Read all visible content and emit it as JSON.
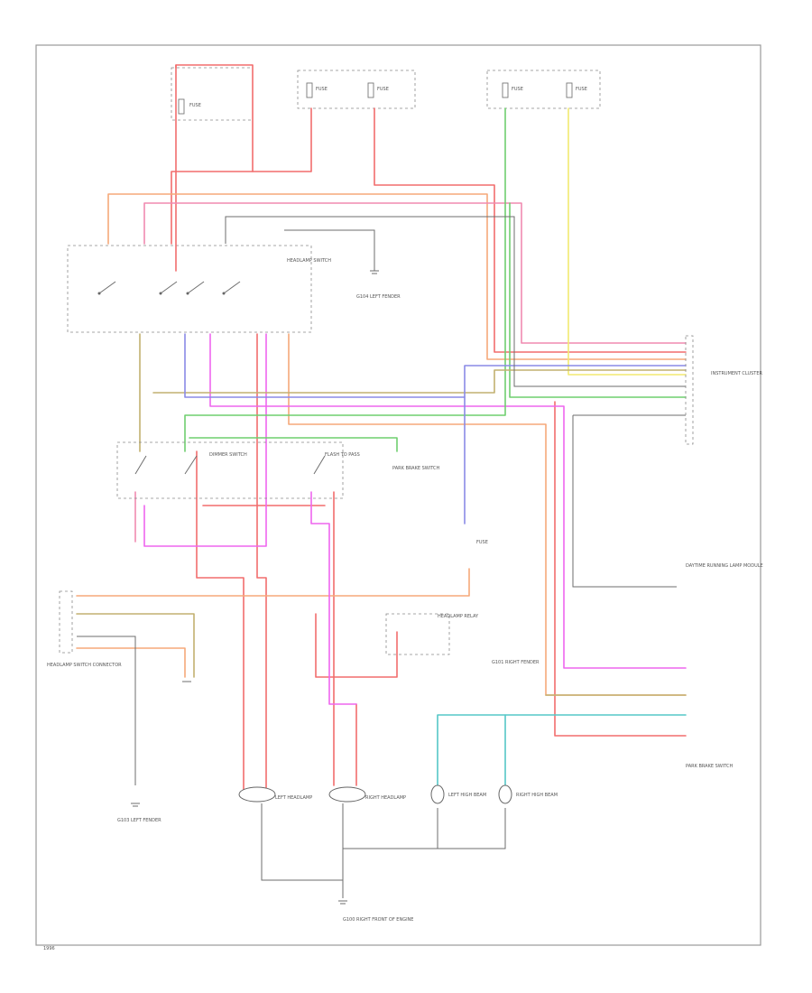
{
  "diagram": {
    "labels": {
      "fuse_1": "FUSE",
      "fuse_2": "FUSE",
      "fuse_3": "FUSE",
      "fuse_4": "FUSE",
      "fuse_5": "FUSE",
      "fuse_6": "FUSE",
      "headlamp_switch": "HEADLAMP SWITCH",
      "ground_1": "G104 LEFT FENDER",
      "hl_relay": "HEADLAMP RELAY",
      "daytime_module": "DAYTIME RUNNING LAMP MODULE",
      "g_right": "G101 RIGHT FENDER",
      "left_hl": "LEFT HEADLAMP",
      "right_hl": "RIGHT HEADLAMP",
      "left_hi": "LEFT HIGH BEAM",
      "right_hi": "RIGHT HIGH BEAM",
      "g_bottom": "G100 RIGHT FRONT OF ENGINE",
      "g_left_bottom": "G103 LEFT FENDER",
      "dimmer": "DIMMER SWITCH",
      "flash_to_pass": "FLASH TO PASS",
      "park_brake": "PARK BRAKE SWITCH",
      "instrument_cluster": "INSTRUMENT CLUSTER",
      "left_connector": "HEADLAMP SWITCH CONNECTOR",
      "bottom_left_corner": "1996"
    }
  }
}
